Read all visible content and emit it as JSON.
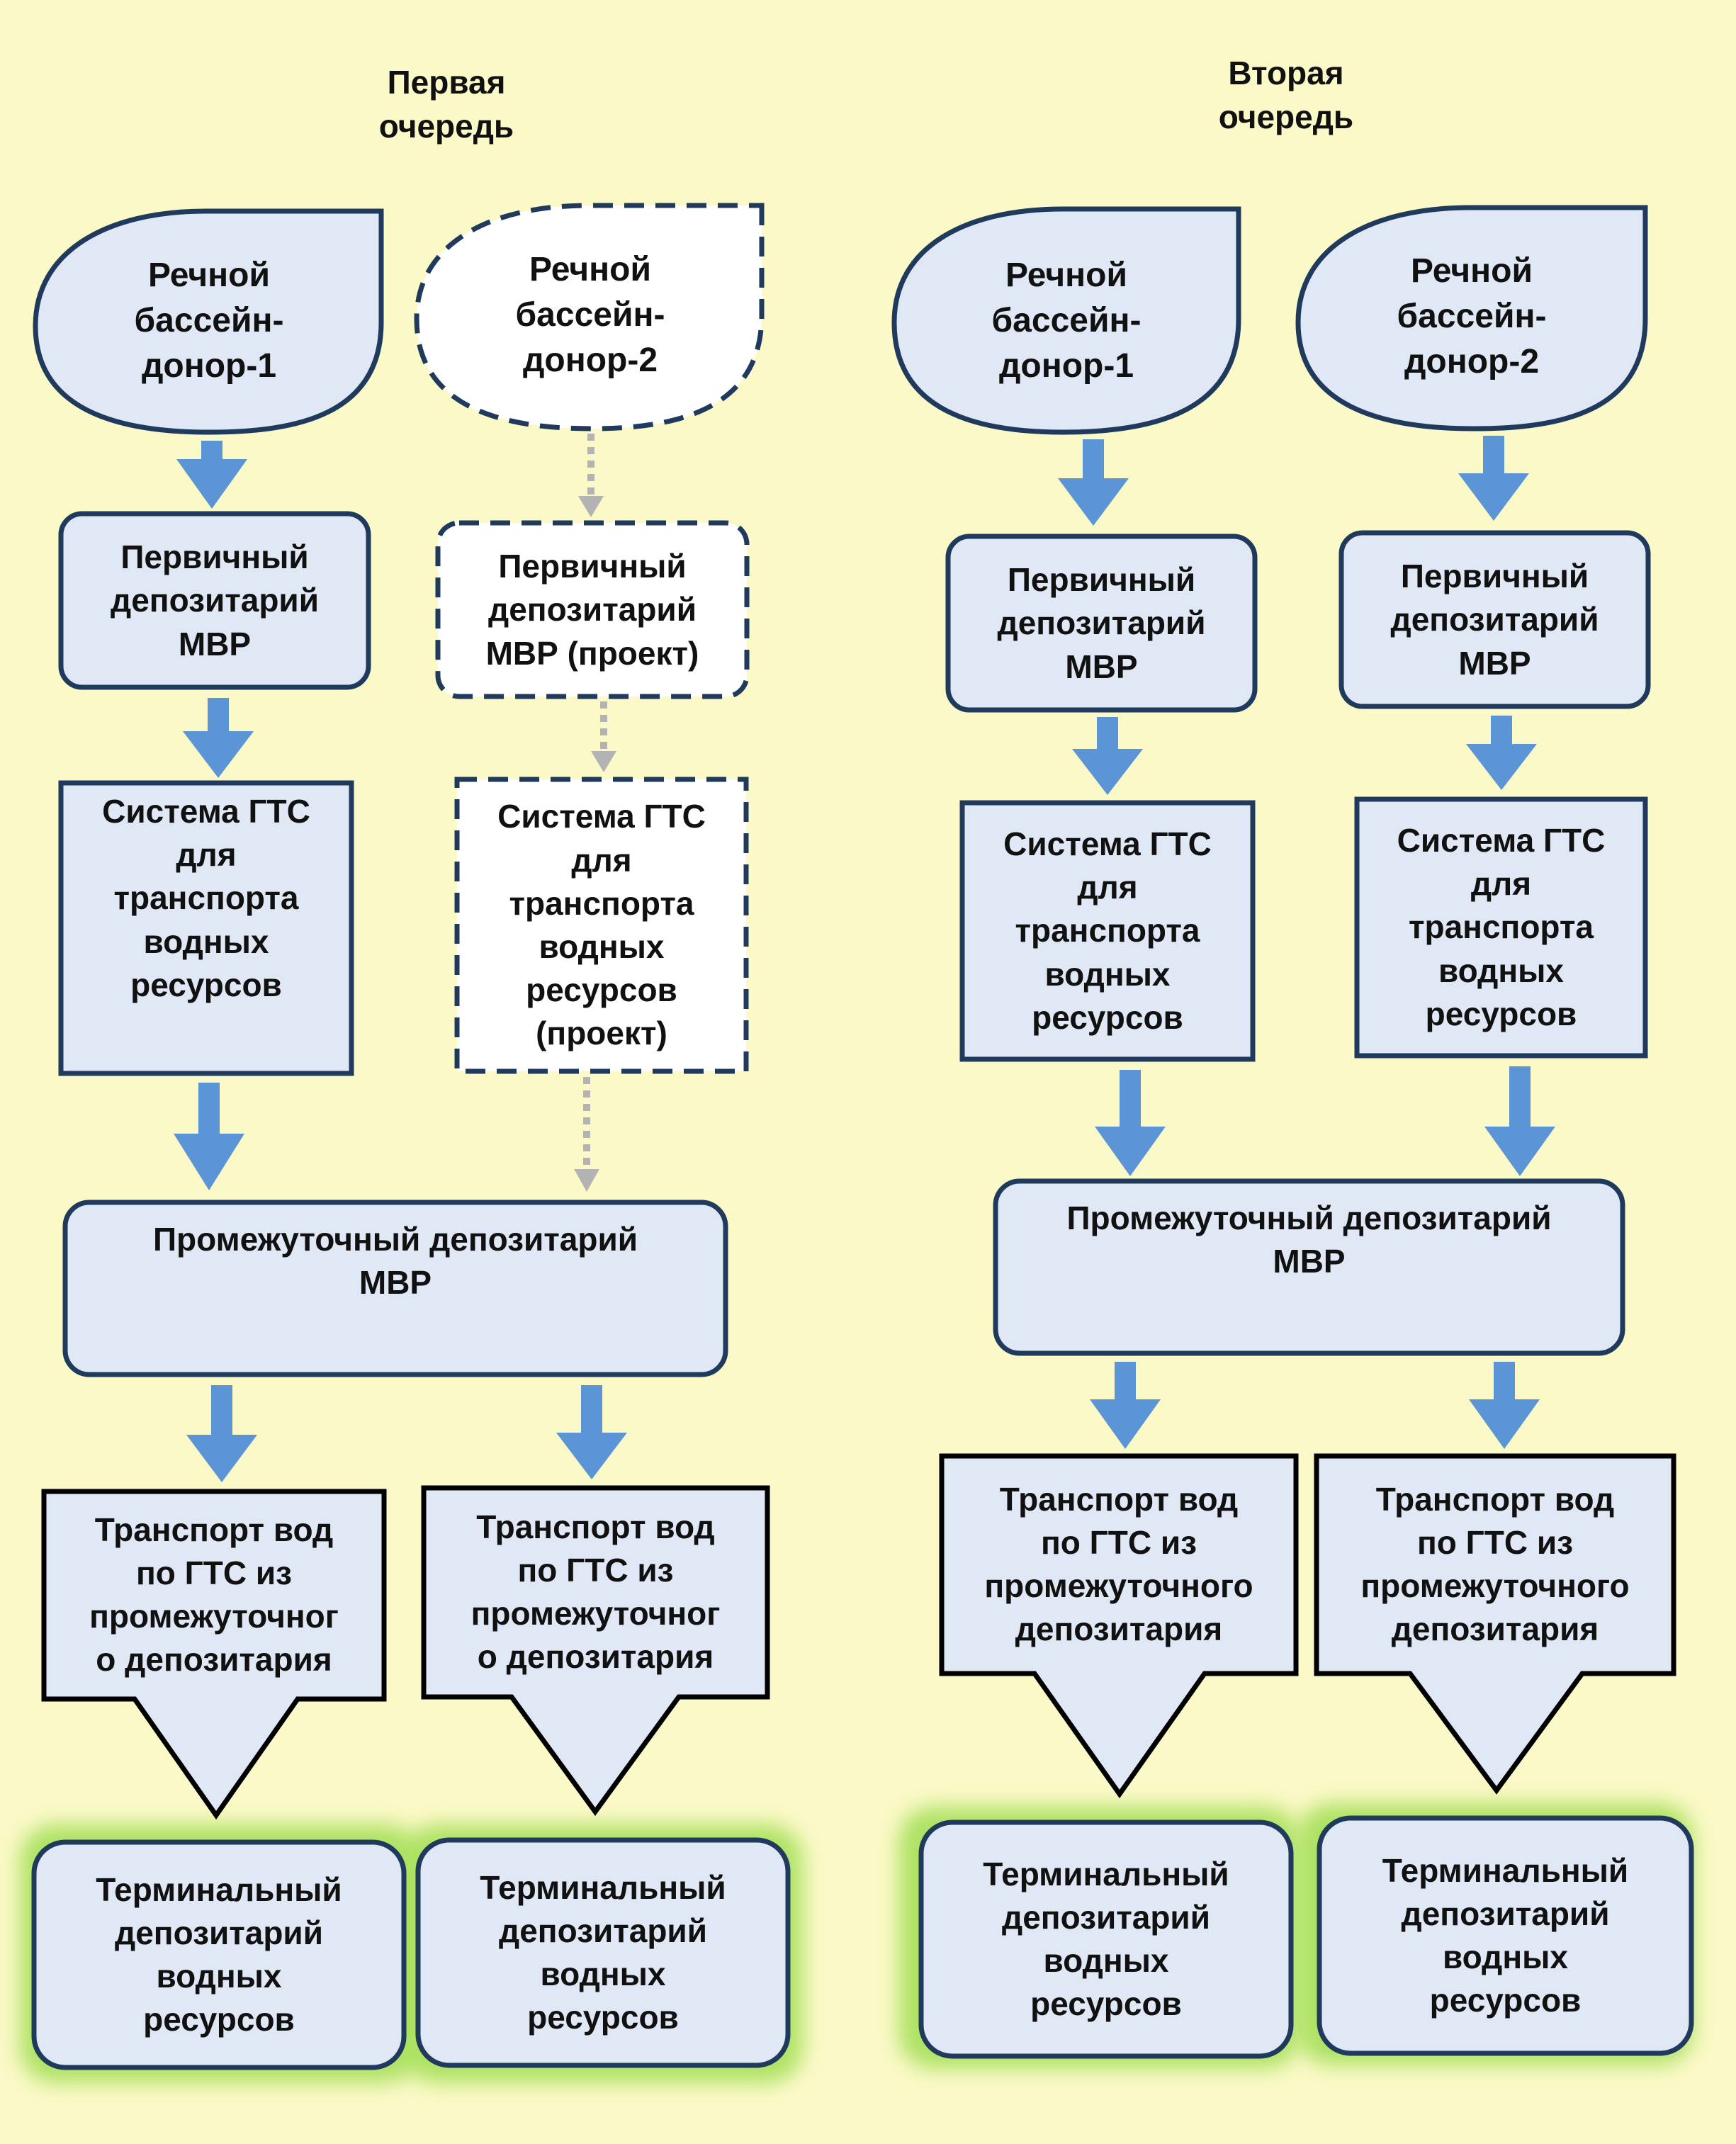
{
  "colors": {
    "background": "#fbf9c7",
    "box_fill": "#dfe8f4",
    "box_stroke": "#1f3a5c",
    "arrow_blue": "#5b95d6",
    "arrow_dotted": "#b3b3b3",
    "glow": "#a6e05a",
    "text": "#111111"
  },
  "headings": {
    "first": "Первая\nочередь",
    "second": "Вторая\nочередь"
  },
  "nodes": {
    "basin_1a": "Речной\nбассейн-\nдонор-1",
    "basin_2a": "Речной\nбассейн-\nдонор-2",
    "basin_1b": "Речной\nбассейн-\nдонор-1",
    "basin_2b": "Речной\nбассейн-\nдонор-2",
    "dep_1a": "Первичный\nдепозитарий\nМВР",
    "dep_2a": "Первичный\nдепозитарий\nМВР (проект)",
    "dep_1b": "Первичный\nдепозитарий\nМВР",
    "dep_2b": "Первичный\nдепозитарий\nМВР",
    "gts_1a": "Система ГТС\nдля\nтранспорта\nводных\nресурсов",
    "gts_2a": "Система ГТС\nдля\nтранспорта\nводных\nресурсов\n(проект)",
    "gts_1b": "Система ГТС\nдля\nтранспорта\nводных\nресурсов",
    "gts_2b": "Система ГТС\nдля\nтранспорта\nводных\nресурсов",
    "mid_a": "Промежуточный депозитарий\nМВР",
    "mid_b": "Промежуточный депозитарий\nМВР",
    "trans_1a": "Транспорт вод\nпо ГТС из\nпромежуточног\nо депозитария",
    "trans_2a": "Транспорт вод\nпо ГТС из\nпромежуточног\nо депозитария",
    "trans_1b": "Транспорт вод\nпо ГТС из\nпромежуточного\nдепозитария",
    "trans_2b": "Транспорт вод\nпо ГТС из\nпромежуточного\nдепозитария",
    "term_1a": "Терминальный\nдепозитарий\nводных\nресурсов",
    "term_2a": "Терминальный\nдепозитарий\nводных\nресурсов",
    "term_1b": "Терминальный\nдепозитарий\nводных\nресурсов",
    "term_2b": "Терминальный\nдепозитарий\nводных\nресурсов"
  }
}
